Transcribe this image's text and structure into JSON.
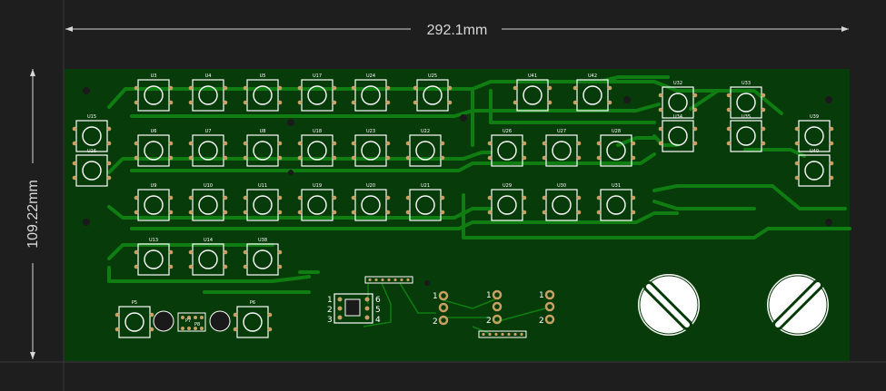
{
  "dimensions": {
    "width_label": "292.1mm",
    "height_label": "109.22mm"
  },
  "colors": {
    "background": "#1e1e1e",
    "board": "#083b0a",
    "trace": "#0f7d12",
    "silk": "#ffffff",
    "pad": "#c8a064",
    "dimension": "#d8d8d8"
  },
  "switches": [
    {
      "ref": "U3"
    },
    {
      "ref": "U4"
    },
    {
      "ref": "U5"
    },
    {
      "ref": "U17"
    },
    {
      "ref": "U24"
    },
    {
      "ref": "U25"
    },
    {
      "ref": "U41"
    },
    {
      "ref": "U42"
    },
    {
      "ref": "U6"
    },
    {
      "ref": "U7"
    },
    {
      "ref": "U8"
    },
    {
      "ref": "U18"
    },
    {
      "ref": "U23"
    },
    {
      "ref": "U22"
    },
    {
      "ref": "U26"
    },
    {
      "ref": "U27"
    },
    {
      "ref": "U28"
    },
    {
      "ref": "U9"
    },
    {
      "ref": "U10"
    },
    {
      "ref": "U11"
    },
    {
      "ref": "U19"
    },
    {
      "ref": "U20"
    },
    {
      "ref": "U21"
    },
    {
      "ref": "U29"
    },
    {
      "ref": "U30"
    },
    {
      "ref": "U31"
    },
    {
      "ref": "U13"
    },
    {
      "ref": "U14"
    },
    {
      "ref": "U38"
    },
    {
      "ref": "U15"
    },
    {
      "ref": "U16"
    },
    {
      "ref": "U32"
    },
    {
      "ref": "U33"
    },
    {
      "ref": "U34"
    },
    {
      "ref": "U35"
    },
    {
      "ref": "U39"
    },
    {
      "ref": "U40"
    },
    {
      "ref": "P5"
    },
    {
      "ref": "P6"
    }
  ],
  "dip_pins": [
    "1",
    "2",
    "3",
    "6",
    "5",
    "4"
  ],
  "jumper_pins": [
    "1",
    "2",
    "1",
    "2",
    "1",
    "2"
  ],
  "small_labels": [
    "P7",
    "P8"
  ]
}
